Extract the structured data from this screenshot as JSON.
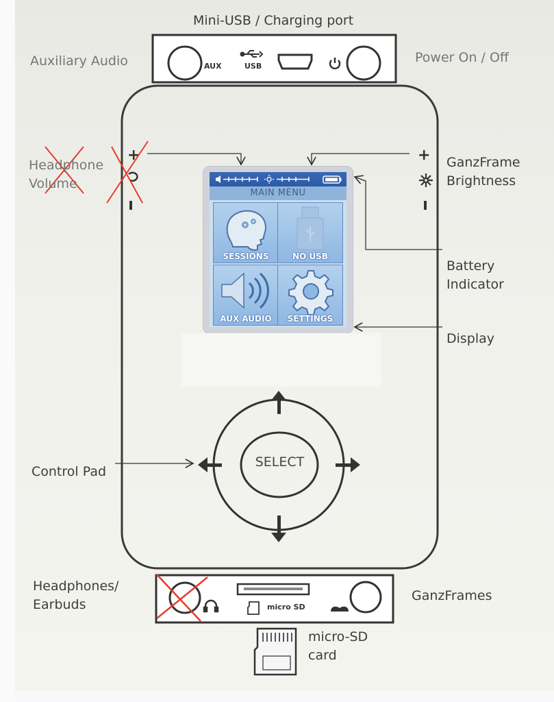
{
  "title": "Mini-USB / Charging port",
  "top_labels": {
    "aux_left": "Auxiliary Audio",
    "power": "Power On / Off",
    "aux_port": "AUX",
    "usb_port": "USB"
  },
  "left_labels": {
    "headphone_volume_line1": "Headphone",
    "headphone_volume_line2": "Volume",
    "control_pad": "Control Pad",
    "headphones_line1": "Headphones/",
    "headphones_line2": "Earbuds"
  },
  "right_labels": {
    "brightness_line1": "GanzFrame",
    "brightness_line2": "Brightness",
    "battery_line1": "Battery",
    "battery_line2": "Indicator",
    "display": "Display",
    "ganzframes": "GanzFrames"
  },
  "bottom_labels": {
    "micro_sd_slot": "micro SD",
    "card_line1": "micro-SD",
    "card_line2": "card"
  },
  "buttons": {
    "plus_left": "+",
    "minus_left": "-",
    "plus_right": "+",
    "minus_right": "-",
    "select": "SELECT"
  },
  "screen": {
    "menu_title": "MAIN MENU",
    "tiles": [
      {
        "label": "SESSIONS"
      },
      {
        "label": "NO USB"
      },
      {
        "label": "AUX AUDIO"
      },
      {
        "label": "SETTINGS"
      }
    ]
  },
  "colors": {
    "annotation_x": "#e53c2a",
    "screen_blue": "#2c5aa6",
    "outline": "#3a3a3a"
  }
}
